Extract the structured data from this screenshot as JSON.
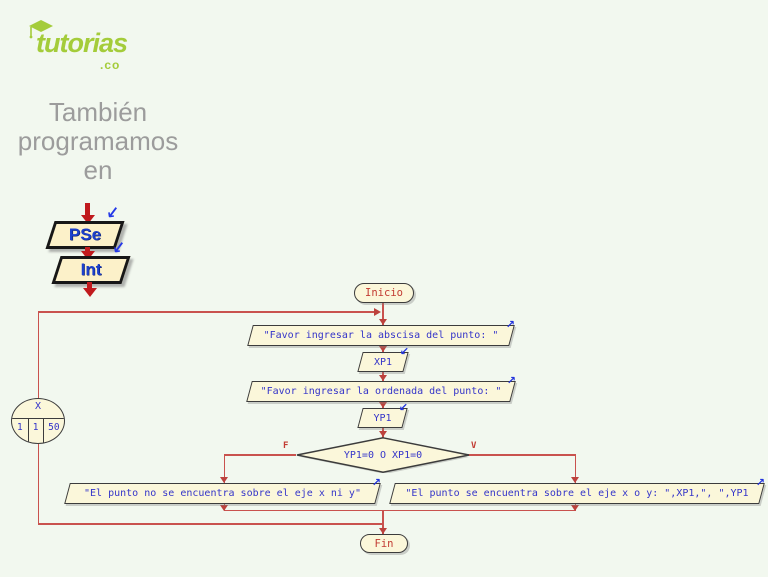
{
  "branding": {
    "logo_text": "tutorias",
    "logo_suffix": ".co",
    "tagline": [
      "También",
      "programamos",
      "en"
    ],
    "pseint_top": "PSe",
    "pseint_bottom": "Int"
  },
  "icons": {
    "write_arrow": "↗",
    "read_arrow": "↙"
  },
  "flowchart": {
    "start_label": "Inicio",
    "end_label": "Fin",
    "loop_counter": {
      "variable": "X",
      "initial": "1",
      "step": "1",
      "final": "50"
    },
    "output_abscisa": "\"Favor ingresar la abscisa del punto: \"",
    "input_x": "XP1",
    "output_ordenada": "\"Favor ingresar la ordenada del punto: \"",
    "input_y": "YP1",
    "decision": "YP1=0 O XP1=0",
    "false_label": "F",
    "true_label": "V",
    "output_false": "\"El punto no se encuentra sobre el eje x ni y\"",
    "output_true": "\"El punto se encuentra sobre el eje x o y: \",XP1,\", \",YP1"
  },
  "colors": {
    "background": "#f2f8ef",
    "shape_fill": "#fbf7da",
    "shape_border": "#3c3c3c",
    "flow_line_red": "#c9524e",
    "flow_text_blue": "#3535c9",
    "flow_text_red": "#c23b32",
    "logo_green": "#a4cc3a",
    "tagline_gray": "#9c9c9c",
    "pseint_blue": "#1c40cc",
    "pseint_arrow_red": "#c01a1d"
  }
}
